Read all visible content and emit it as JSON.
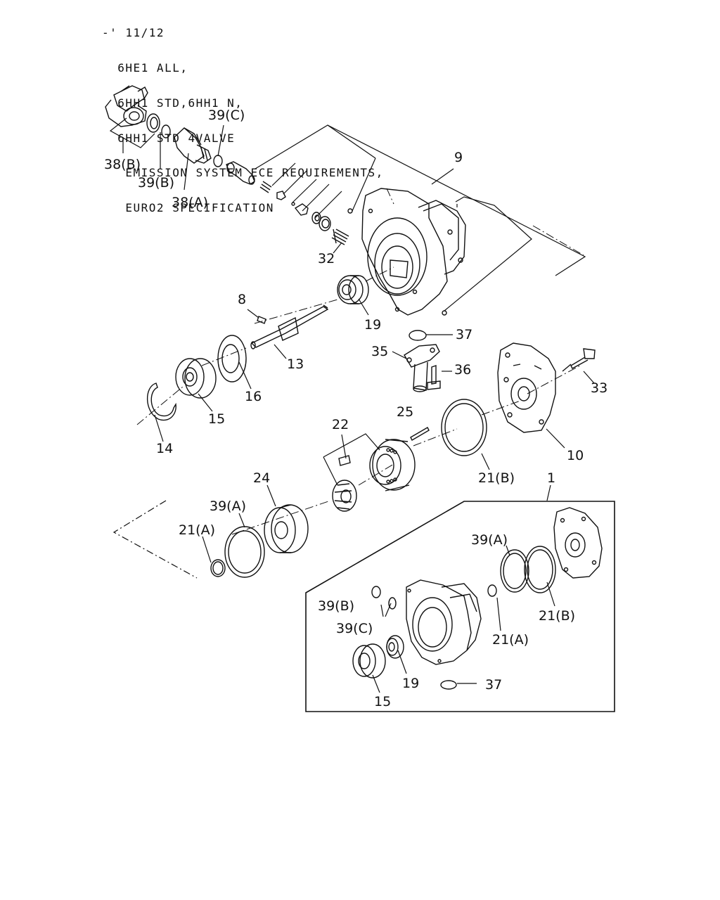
{
  "header": {
    "lines": [
      "-' 11/12",
      "  6HE1 ALL,",
      "  6HH1 STD,6HH1 N,",
      "  6HH1 STD 4VALVE",
      "   EMISSION SYSTEM ECE REQUIREMENTS,",
      "   EURO2 SPECIFICATION"
    ]
  },
  "callouts": {
    "c38b": "38(B)",
    "c39b": "39(B)",
    "c38a": "38(A)",
    "c39c": "39(C)",
    "c9": "9",
    "c32": "32",
    "c8": "8",
    "c19": "19",
    "c37": "37",
    "c35": "35",
    "c36": "36",
    "c13": "13",
    "c33": "33",
    "c16": "16",
    "c15": "15",
    "c14": "14",
    "c25": "25",
    "c22": "22",
    "c10": "10",
    "c21b": "21(B)",
    "c1": "1",
    "c24": "24",
    "c39a": "39(A)",
    "c21a": "21(A)",
    "k39a": "39(A)",
    "k21b": "21(B)",
    "k39b": "39(B)",
    "k39c": "39(C)",
    "k21a": "21(A)",
    "k19": "19",
    "k37": "37",
    "k15": "15"
  }
}
